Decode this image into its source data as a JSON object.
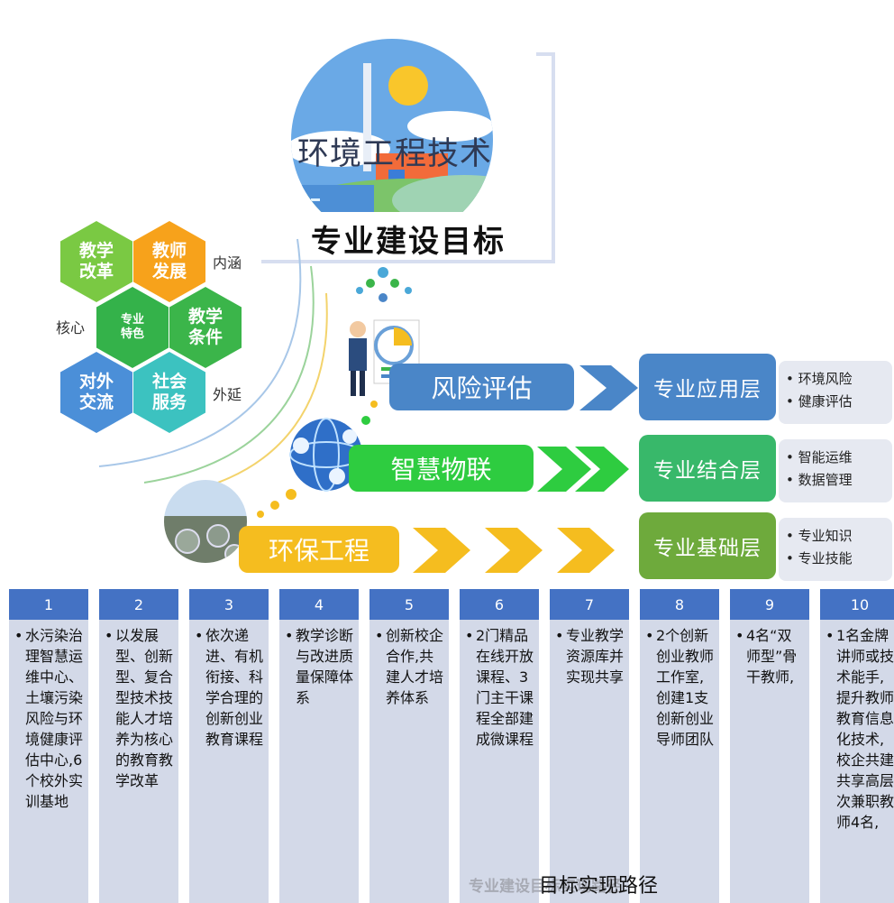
{
  "header": {
    "main_title": "环境工程技术",
    "sub_title": "专业建设目标"
  },
  "hexagons": [
    {
      "id": "teaching-reform",
      "label": "教学\n改革",
      "color": "#7ac943"
    },
    {
      "id": "teacher-development",
      "label": "教师\n发展",
      "color": "#f7a21b"
    },
    {
      "id": "major-feature",
      "label": "专业\n特色",
      "color": "#34b24a"
    },
    {
      "id": "teaching-conditions",
      "label": "教学\n条件",
      "color": "#3bb54a"
    },
    {
      "id": "external-exchange",
      "label": "对外\n交流",
      "color": "#4b8fd8"
    },
    {
      "id": "social-service",
      "label": "社会\n服务",
      "color": "#3cc2c0"
    }
  ],
  "hex_labels": {
    "inner": "内涵",
    "core": "核心",
    "outer": "外延"
  },
  "paths": [
    {
      "label": "风险评估",
      "color": "#4a86c8",
      "layer": "专业应用层",
      "layer_color": "#4a86c8",
      "items": [
        "环境风险",
        "健康评估"
      ]
    },
    {
      "label": "智慧物联",
      "color": "#2ecc40",
      "layer": "专业结合层",
      "layer_color": "#38b86a",
      "items": [
        "智能运维",
        "数据管理"
      ]
    },
    {
      "label": "环保工程",
      "color": "#f5bd1f",
      "layer": "专业基础层",
      "layer_color": "#6eaa3c",
      "items": [
        "专业知识",
        "专业技能"
      ]
    }
  ],
  "columns": [
    {
      "num": "1",
      "text": "水污染治理智慧运维中心、土壤污染风险与环境健康评估中心,6个校外实训基地"
    },
    {
      "num": "2",
      "text": "以发展型、创新型、复合型技术技能人才培养为核心的教育教学改革"
    },
    {
      "num": "3",
      "text": "依次递进、有机衔接、科学合理的创新创业教育课程"
    },
    {
      "num": "4",
      "text": "教学诊断与改进质量保障体系"
    },
    {
      "num": "5",
      "text": "创新校企合作,共建人才培养体系"
    },
    {
      "num": "6",
      "text": "2门精品在线开放课程、3门主干课程全部建成微课程"
    },
    {
      "num": "7",
      "text": "专业教学资源库并实现共享"
    },
    {
      "num": "8",
      "text": "2个创新创业教师工作室,创建1支创新创业导师团队"
    },
    {
      "num": "9",
      "text": "4名“双师型”骨干教师,"
    },
    {
      "num": "10",
      "text": "1名金牌讲师或技术能手,提升教师教育信息化技术,校企共建共享高层次兼职教师4名,"
    }
  ],
  "caption": {
    "faint": "专业建设目标实现路径",
    "overlay": "目标实现路径"
  },
  "colors": {
    "column_header": "#4472c4",
    "column_body": "#d3d9e8",
    "layer_list_bg": "#e6e9f1"
  }
}
